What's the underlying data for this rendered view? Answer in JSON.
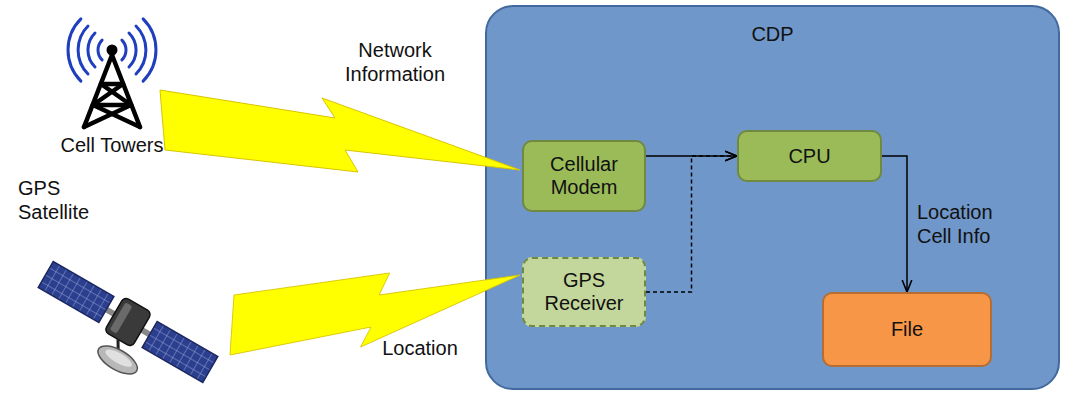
{
  "diagram": {
    "nodes": [
      {
        "text": [
          "CDP"
        ]
      },
      {
        "text": [
          "Cellular Modem"
        ],
        "in": 0
      },
      {
        "text": [
          "CPU"
        ],
        "in": 0
      },
      {
        "text": [
          "GPS Receiver"
        ],
        "in": 0
      },
      {
        "text": [
          "File"
        ],
        "in": 0
      }
    ],
    "edges": [
      {
        "from": 1,
        "to": 2,
        "arrow": "to"
      },
      {
        "from": 3,
        "to": 2,
        "arrow": "to"
      },
      {
        "from": 2,
        "to": 4,
        "label": "Location Cell Info",
        "arrow": "to"
      }
    ],
    "labels": [
      "Cell Towers",
      "Network Information",
      "GPS Satellite",
      "Location"
    ]
  }
}
